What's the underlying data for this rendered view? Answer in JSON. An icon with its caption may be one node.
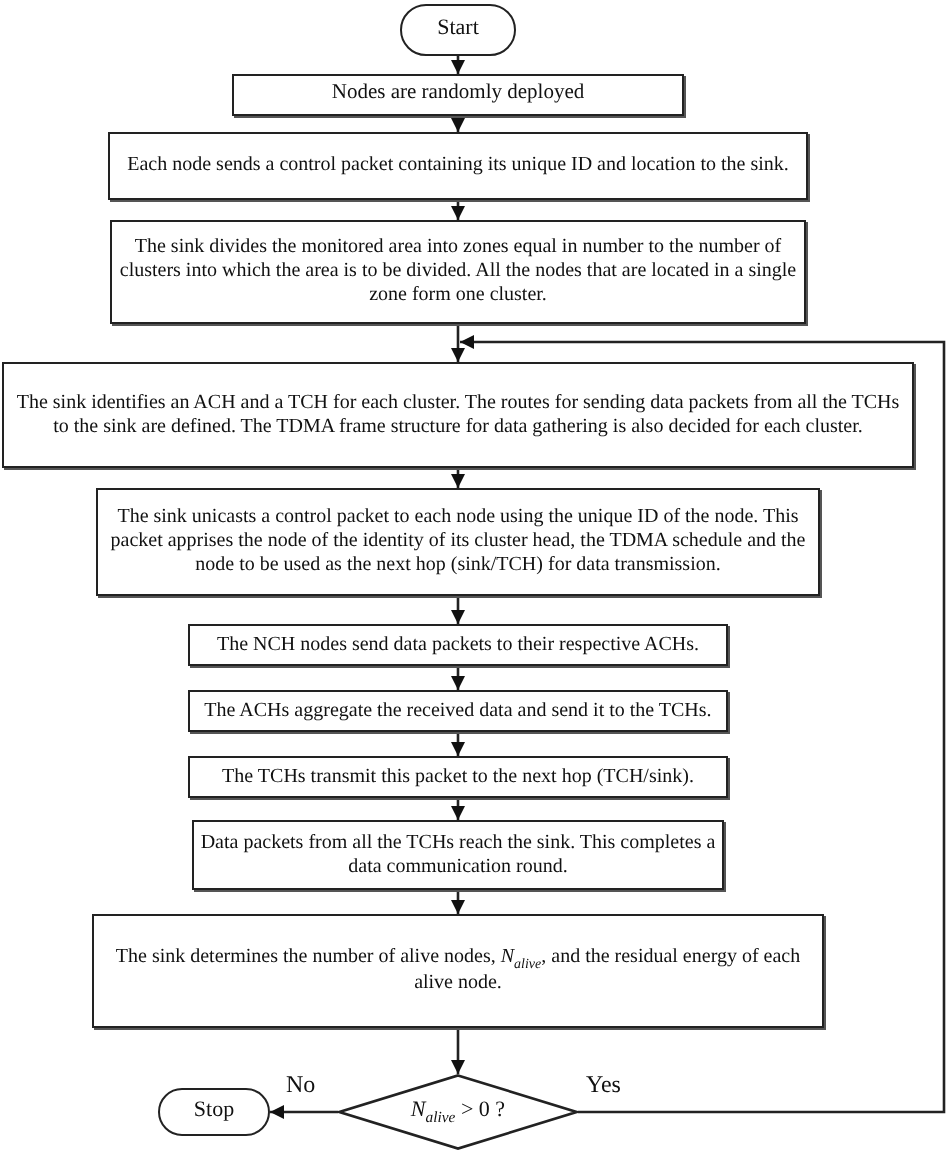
{
  "diagram": {
    "nodes": [
      {
        "text": [
          "Start"
        ]
      },
      {
        "text": [
          "Nodes are randomly deployed"
        ]
      },
      {
        "text": [
          "Each node sends a control packet containing its unique ID and location to the sink."
        ]
      },
      {
        "text": [
          "The sink divides the monitored area into zones equal in number to the number of clusters into which the area is to be divided. All the nodes that are located in a single zone form one cluster."
        ]
      },
      {
        "text": [
          "The sink identifies an ACH and a TCH for each cluster. The routes for sending data packets from all the TCHs to the sink are defined. The TDMA frame structure for data gathering is also decided for each cluster."
        ]
      },
      {
        "text": [
          "The sink unicasts a control packet to each node using the unique ID of the node. This packet apprises the node of the identity of its cluster head, the TDMA schedule and the node to be used as the next hop (sink/TCH) for data transmission."
        ]
      },
      {
        "text": [
          "The NCH nodes send data packets to their respective ACHs."
        ]
      },
      {
        "text": [
          "The ACHs aggregate the received data and send it to the TCHs."
        ]
      },
      {
        "text": [
          "The TCHs transmit this packet to the next hop (TCH/sink)."
        ]
      },
      {
        "text": [
          "Data packets from all the TCHs reach the sink. This completes a data communication round."
        ]
      },
      {
        "text": [
          "The sink determines the number of alive nodes, *N*$_{alive}$, and the residual energy of each alive node."
        ]
      },
      {
        "text": [
          "*N*$_{alive}$ > 0 ?"
        ]
      },
      {
        "text": [
          "Stop"
        ]
      }
    ],
    "edges": [
      {
        "from": 0,
        "to": 1,
        "arrow": "to"
      },
      {
        "from": 1,
        "to": 2,
        "arrow": "to"
      },
      {
        "from": 2,
        "to": 3,
        "arrow": "to"
      },
      {
        "from": 3,
        "to": 4,
        "arrow": "to"
      },
      {
        "from": 4,
        "to": 5,
        "arrow": "to"
      },
      {
        "from": 5,
        "to": 6,
        "arrow": "to"
      },
      {
        "from": 6,
        "to": 7,
        "arrow": "to"
      },
      {
        "from": 7,
        "to": 8,
        "arrow": "to"
      },
      {
        "from": 8,
        "to": 9,
        "arrow": "to"
      },
      {
        "from": 9,
        "to": 10,
        "arrow": "to"
      },
      {
        "from": 10,
        "to": 11,
        "arrow": "to"
      },
      {
        "from": 11,
        "to": 12,
        "arrow": "to",
        "label": "No"
      },
      {
        "from": 11,
        "to": 4,
        "arrow": "to",
        "label": "Yes"
      }
    ]
  }
}
